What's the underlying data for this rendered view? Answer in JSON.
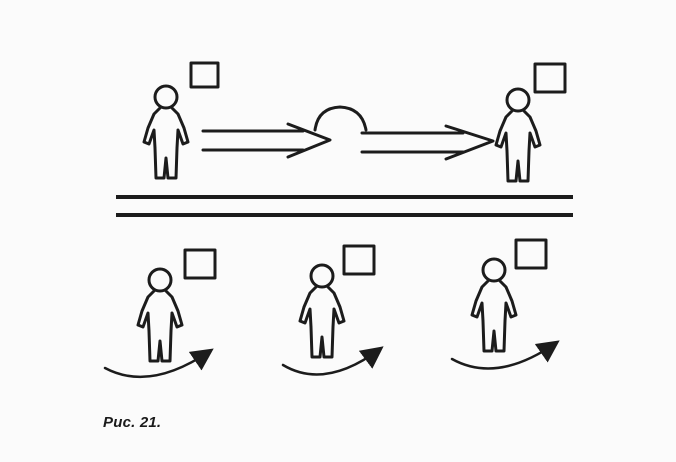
{
  "figure": {
    "caption": "Рис. 21."
  },
  "colors": {
    "ink": "#1c1c1c",
    "paper": "#fbfbfb"
  },
  "icons": {
    "child": "standing-child-figure",
    "box": "empty-square-box",
    "arrow": "double-line-arrow",
    "bump": "semicircle-bump",
    "turn": "curved-turn-arrow"
  }
}
